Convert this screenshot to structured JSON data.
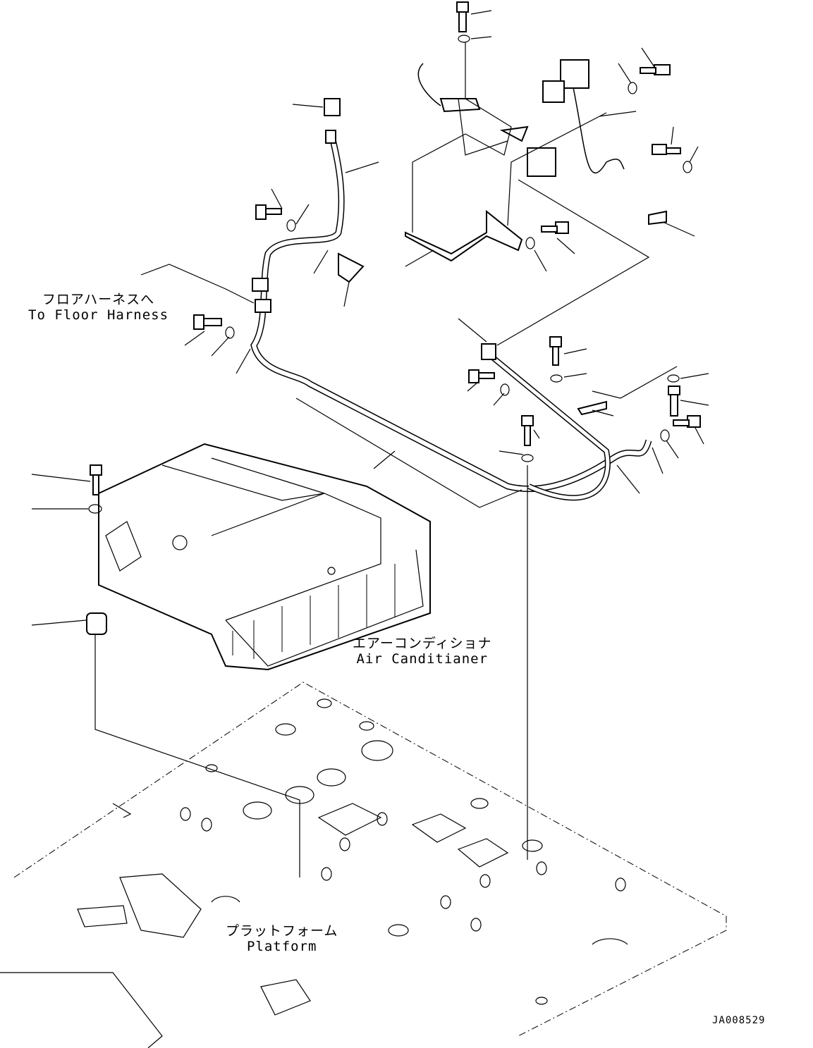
{
  "labels": {
    "floor_harness_jp": "フロアハーネスへ",
    "floor_harness_en": "To Floor Harness",
    "air_conditioner_jp": "エアーコンディショナ",
    "air_conditioner_en": "Air Canditianer",
    "platform_jp": "プラットフォーム",
    "platform_en": "Platform"
  },
  "drawing_code": "JA008529",
  "colors": {
    "line": "#000000",
    "background": "#ffffff"
  }
}
